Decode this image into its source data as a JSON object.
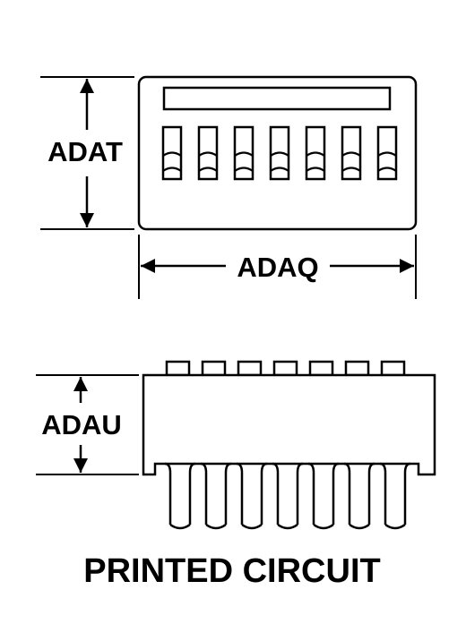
{
  "labels": {
    "height_top": "ADAT",
    "width": "ADAQ",
    "height_side": "ADAU",
    "caption": "PRINTED CIRCUIT"
  },
  "switch_count": 7
}
